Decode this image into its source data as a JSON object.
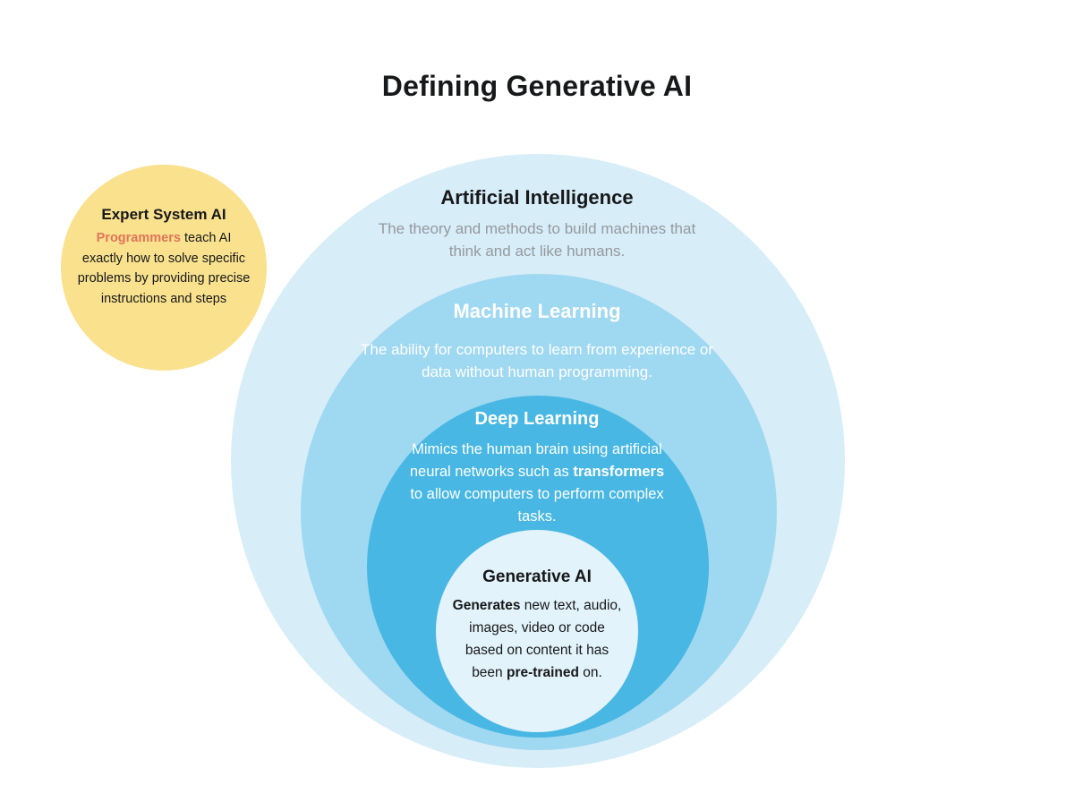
{
  "title": "Defining Generative AI",
  "expert": {
    "heading": "Expert System AI",
    "desc_highlight": "Programmers",
    "desc_rest": " teach AI exactly how to solve specific problems by providing precise instructions and steps",
    "circle_color": "#f9e18d",
    "highlight_color": "#e0745a"
  },
  "rings": {
    "artificial_intelligence": {
      "heading": "Artificial Intelligence",
      "desc": "The theory and methods to build machines that think and act like humans.",
      "fill_color": "#d7edf8",
      "heading_color": "#17181a",
      "desc_color": "#95999e"
    },
    "machine_learning": {
      "heading": "Machine Learning",
      "desc": "The ability for computers to learn from experience or data without human programming.",
      "fill_color": "#9fd8f1",
      "text_color": "#ffffff"
    },
    "deep_learning": {
      "heading": "Deep Learning",
      "desc_pre": "Mimics the human brain using artificial neural networks such as ",
      "desc_bold": "transformers",
      "desc_post": " to allow computers to perform complex tasks.",
      "fill_color": "#49b7e3",
      "text_color": "#ffffff"
    },
    "generative_ai": {
      "heading": "Generative AI",
      "desc_bold1": "Generates",
      "desc_mid": " new text, audio, images, video or code based on content it has been ",
      "desc_bold2": "pre-trained",
      "desc_end": " on.",
      "fill_color": "#e2f3fb",
      "text_color": "#17181a"
    }
  }
}
